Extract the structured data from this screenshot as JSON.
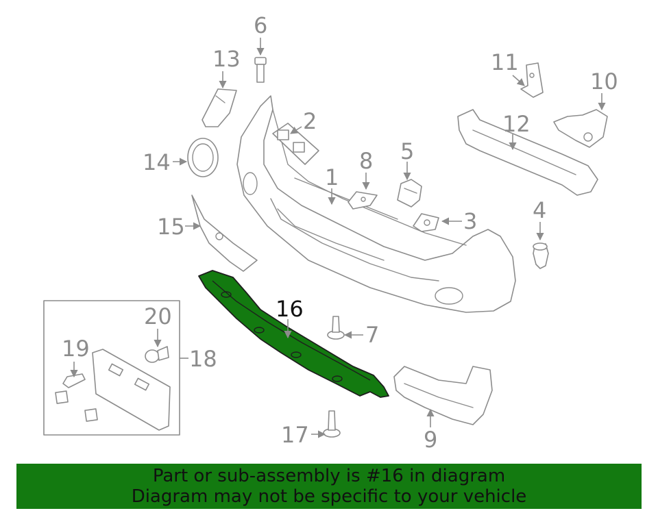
{
  "highlight_color": "#137a10",
  "line_color": "#8c8c8c",
  "callouts": {
    "c1": "1",
    "c2": "2",
    "c3": "3",
    "c4": "4",
    "c5": "5",
    "c6": "6",
    "c7": "7",
    "c8": "8",
    "c9": "9",
    "c10": "10",
    "c11": "11",
    "c12": "12",
    "c13": "13",
    "c14": "14",
    "c15": "15",
    "c16": "16",
    "c17": "17",
    "c18": "18",
    "c19": "19",
    "c20": "20"
  },
  "banner": {
    "line1": "Part or sub-assembly is #16 in diagram",
    "line2": "Diagram may not be specific to your vehicle"
  }
}
